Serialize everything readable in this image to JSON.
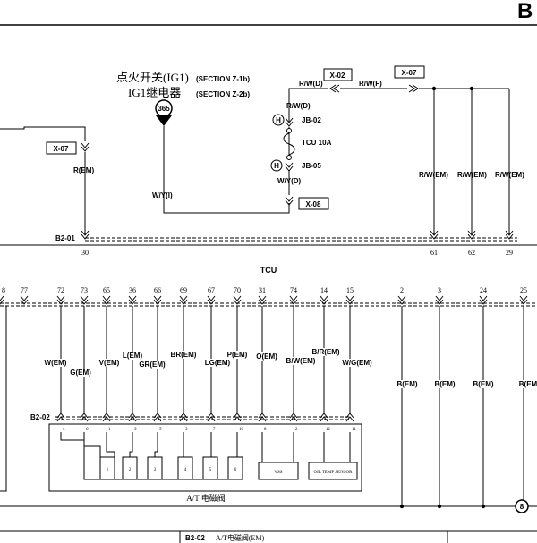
{
  "page_letter": "B",
  "ignition": {
    "line1_cn": "点火开关(IG1)",
    "line1_section": "(SECTION Z-1b)",
    "line2_cn": "IG1继电器",
    "line2_section": "(SECTION Z-2b)",
    "node_label": "365"
  },
  "wires_top": {
    "w_y_i": "W/Y(I)",
    "r_w_d_top": "R/W(D)",
    "r_w_d_mid": "R/W(D)",
    "r_w_f": "R/W(F)",
    "jb02": "JB-02",
    "fuse": "TCU 10A",
    "jb05": "JB-05",
    "w_y_d": "W/Y(D)",
    "r_em": "R(EM)",
    "h_symbol": "H"
  },
  "connectors": {
    "x07_left": "X-07",
    "x02": "X-02",
    "x07_right": "X-07",
    "x08": "X-08",
    "b2_01": "B2-01",
    "b2_02": "B2-02"
  },
  "upper_pins": [
    {
      "pin": "30",
      "wire": "R(EM)"
    },
    {
      "pin": "61",
      "wire": "R/W(EM)"
    },
    {
      "pin": "62",
      "wire": "R/W(EM)"
    },
    {
      "pin": "29",
      "wire": "R/W(EM)"
    }
  ],
  "tcu_label": "TCU",
  "lower_pins": [
    {
      "pin": "8",
      "wire": ""
    },
    {
      "pin": "77",
      "wire": ""
    },
    {
      "pin": "72",
      "wire": "W(EM)"
    },
    {
      "pin": "73",
      "wire": "G(EM)"
    },
    {
      "pin": "65",
      "wire": "V(EM)"
    },
    {
      "pin": "36",
      "wire": "L(EM)"
    },
    {
      "pin": "66",
      "wire": "GR(EM)"
    },
    {
      "pin": "69",
      "wire": "BR(EM)"
    },
    {
      "pin": "67",
      "wire": "LG(EM)"
    },
    {
      "pin": "70",
      "wire": "P(EM)"
    },
    {
      "pin": "31",
      "wire": "O(EM)"
    },
    {
      "pin": "74",
      "wire": "B/W(EM)"
    },
    {
      "pin": "14",
      "wire": "B/R(EM)"
    },
    {
      "pin": "15",
      "wire": "W/G(EM)"
    },
    {
      "pin": "2",
      "wire": "B(EM)"
    },
    {
      "pin": "3",
      "wire": "B(EM)"
    },
    {
      "pin": "24",
      "wire": "B(EM)"
    },
    {
      "pin": "25",
      "wire": "B(EM"
    }
  ],
  "solenoid_block": {
    "inner_pins": [
      "4",
      "6",
      "1",
      "9",
      "5",
      "3",
      "7",
      "10",
      "8",
      "2",
      "12",
      "11"
    ],
    "components": [
      "1",
      "2",
      "3",
      "4",
      "5",
      "6",
      "VSS",
      "OIL TEMP SENSOR"
    ],
    "label": "A/T 电磁阀"
  },
  "ground_label": "8",
  "footer": {
    "connector": "B2-02",
    "name": "A/T电磁阀(EM)"
  }
}
